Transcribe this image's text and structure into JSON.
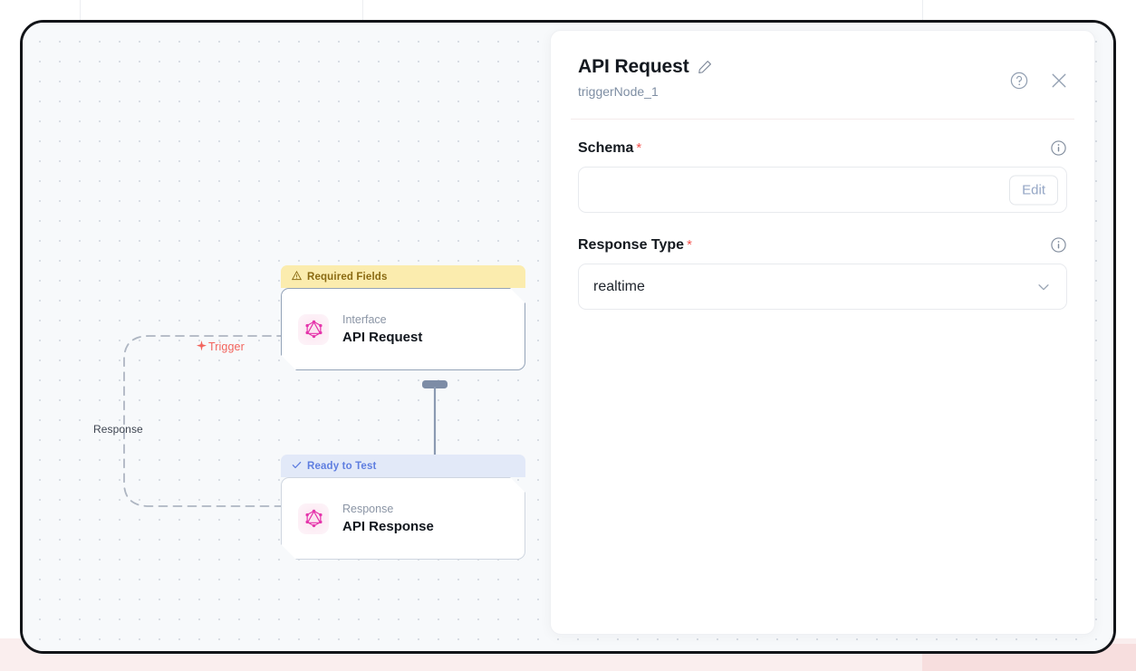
{
  "background": {
    "column_lines_x": [
      88,
      400,
      1018
    ],
    "bottom_band_color": "#f7dede"
  },
  "canvas": {
    "edges": [
      {
        "label": "Trigger",
        "icon": "lightning-bolt-icon",
        "color": "#f2635c",
        "style": "dashed"
      },
      {
        "label": "Response",
        "color": "#3d4450",
        "style": "dashed"
      }
    ],
    "nodes": [
      {
        "badge": "Required Fields",
        "badge_icon": "warning-triangle-icon",
        "badge_state": "warn",
        "kind": "Interface",
        "title": "API Request",
        "icon": "graphql-icon"
      },
      {
        "badge": "Ready to Test",
        "badge_icon": "check-icon",
        "badge_state": "ready",
        "kind": "Response",
        "title": "API Response",
        "icon": "graphql-icon"
      }
    ]
  },
  "panel": {
    "title": "API Request",
    "subtitle": "triggerNode_1",
    "edit_title_icon": "pencil-icon",
    "help_icon": "question-circle-icon",
    "close_icon": "close-icon",
    "fields": [
      {
        "label": "Schema",
        "required_marker": "*",
        "info_icon": "info-circle-icon",
        "type": "text-with-button",
        "value": "",
        "placeholder": "",
        "button_label": "Edit"
      },
      {
        "label": "Response Type",
        "required_marker": "*",
        "info_icon": "info-circle-icon",
        "type": "select",
        "value": "realtime",
        "chevron_icon": "chevron-down-icon"
      }
    ]
  },
  "colors": {
    "accent_red": "#f2635c",
    "badge_warn_bg": "#fbecae",
    "badge_warn_text": "#8a6a12",
    "badge_ready_bg": "#e2e9f8",
    "badge_ready_text": "#5f7ee0",
    "node_border": "#94a3b8",
    "graphql_pink": "#e535ab"
  }
}
